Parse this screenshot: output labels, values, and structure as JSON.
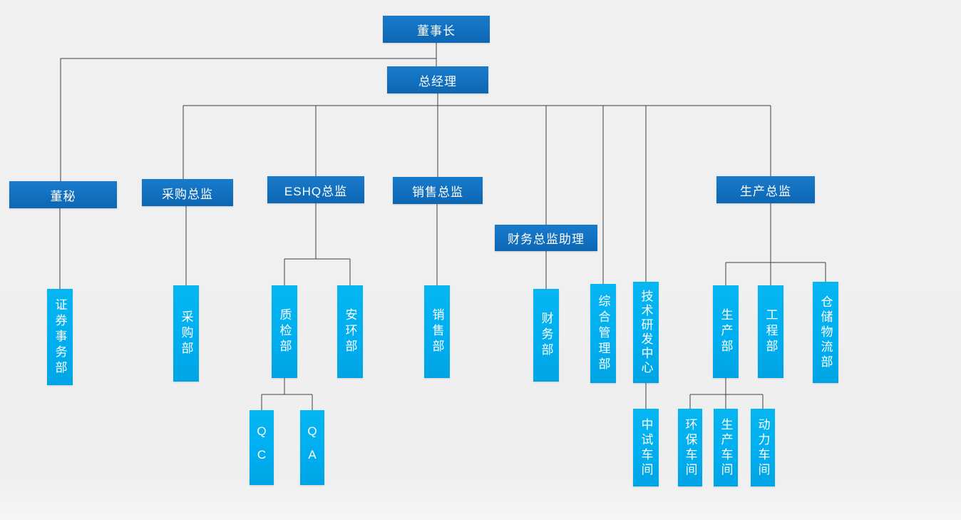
{
  "org_chart": {
    "colors": {
      "director_box": "#1170bf",
      "department_box": "#00aeef",
      "connector_line": "#404040",
      "background": "#f0f0f0",
      "text": "#ffffff"
    },
    "nodes": {
      "chairman": {
        "label": "董事长"
      },
      "general_manager": {
        "label": "总经理"
      },
      "board_secretary": {
        "label": "董秘"
      },
      "procurement_director": {
        "label": "采购总监"
      },
      "eshq_director": {
        "label": "ESHQ总监"
      },
      "sales_director": {
        "label": "销售总监"
      },
      "finance_director_assistant": {
        "label": "财务总监助理"
      },
      "production_director": {
        "label": "生产总监"
      },
      "securities_affairs_dept": {
        "label": "证券事务部"
      },
      "procurement_dept": {
        "label": "采购部"
      },
      "quality_inspection_dept": {
        "label": "质检部"
      },
      "safety_environment_dept": {
        "label": "安环部"
      },
      "sales_dept": {
        "label": "销售部"
      },
      "finance_dept": {
        "label": "财务部"
      },
      "general_management_dept": {
        "label": "综合管理部"
      },
      "rd_center": {
        "label": "技术研发中心"
      },
      "production_dept": {
        "label": "生产部"
      },
      "engineering_dept": {
        "label": "工程部"
      },
      "warehouse_logistics_dept": {
        "label": "仓储物流部"
      },
      "qc_team": {
        "label": "QC"
      },
      "qa_team": {
        "label": "QA"
      },
      "pilot_workshop": {
        "label": "中试车间"
      },
      "environmental_workshop": {
        "label": "环保车间"
      },
      "production_workshop": {
        "label": "生产车间"
      },
      "power_workshop": {
        "label": "动力车间"
      }
    },
    "hierarchy": [
      {
        "parent": "chairman",
        "children": [
          "general_manager",
          "board_secretary"
        ]
      },
      {
        "parent": "general_manager",
        "children": [
          "procurement_director",
          "eshq_director",
          "sales_director",
          "finance_director_assistant",
          "general_management_dept",
          "rd_center",
          "production_director"
        ]
      },
      {
        "parent": "board_secretary",
        "children": [
          "securities_affairs_dept"
        ]
      },
      {
        "parent": "procurement_director",
        "children": [
          "procurement_dept"
        ]
      },
      {
        "parent": "eshq_director",
        "children": [
          "quality_inspection_dept",
          "safety_environment_dept"
        ]
      },
      {
        "parent": "sales_director",
        "children": [
          "sales_dept"
        ]
      },
      {
        "parent": "finance_director_assistant",
        "children": [
          "finance_dept"
        ]
      },
      {
        "parent": "production_director",
        "children": [
          "production_dept",
          "engineering_dept",
          "warehouse_logistics_dept"
        ]
      },
      {
        "parent": "quality_inspection_dept",
        "children": [
          "qc_team",
          "qa_team"
        ]
      },
      {
        "parent": "rd_center",
        "children": [
          "pilot_workshop"
        ]
      },
      {
        "parent": "production_dept",
        "children": [
          "environmental_workshop",
          "production_workshop",
          "power_workshop"
        ]
      }
    ]
  }
}
